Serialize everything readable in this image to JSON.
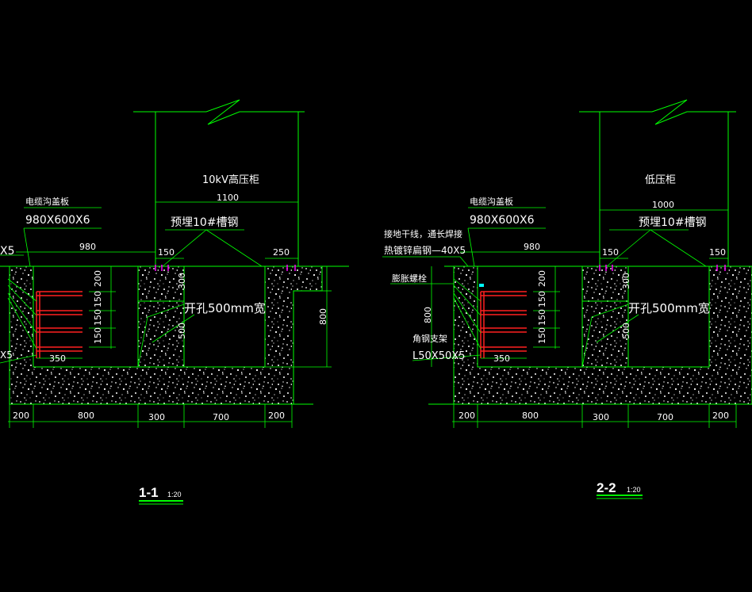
{
  "section1": {
    "cabinet": "10kV高压柜",
    "cabinet_width": "1100",
    "cover_label": "电缆沟盖板",
    "cover_size": "980X600X6",
    "channel_label": "预埋10#槽钢",
    "hole_label": "开孔500mm宽",
    "partial_left_top": "X5",
    "partial_left_bottom": "X5",
    "dim_top_980": "980",
    "dim_top_150": "150",
    "dim_top_250": "250",
    "dim_vert_200": "200",
    "dim_vert_150a": "150",
    "dim_vert_150b": "150",
    "dim_vert_150c": "150",
    "dim_350": "350",
    "dim_300": "300",
    "dim_500": "500",
    "dim_800_right": "800",
    "bottom_dims": [
      "200",
      "800",
      "300",
      "700",
      "200"
    ],
    "title": "1-1",
    "scale": "1:20"
  },
  "section2": {
    "cabinet": "低压柜",
    "cabinet_width": "1000",
    "cover_label": "电缆沟盖板",
    "cover_size": "980X600X6",
    "channel_label": "预埋10#槽钢",
    "hole_label": "开孔500mm宽",
    "ground_label": "接地干线，通长焊接",
    "flat_steel_label": "热镀锌扁钢—40X5",
    "bolt_label": "膨胀螺栓",
    "dim_800_left": "800",
    "angle_label": "角钢支架",
    "angle_size": "L50X50X5",
    "dim_top_980": "980",
    "dim_top_150a": "150",
    "dim_top_150b": "150",
    "dim_vert_200": "200",
    "dim_vert_150a": "150",
    "dim_vert_150b": "150",
    "dim_vert_150c": "150",
    "dim_350": "350",
    "dim_300": "300",
    "dim_500": "500",
    "bottom_dims": [
      "200",
      "800",
      "300",
      "700",
      "200"
    ],
    "title": "2-2",
    "scale": "1:20"
  },
  "colors": {
    "background": "#000000",
    "lines": "#00ff00",
    "text": "#ffffff",
    "bracket": "#ff2020",
    "concrete": "#ffffff",
    "bolt": "#ff00ff"
  }
}
